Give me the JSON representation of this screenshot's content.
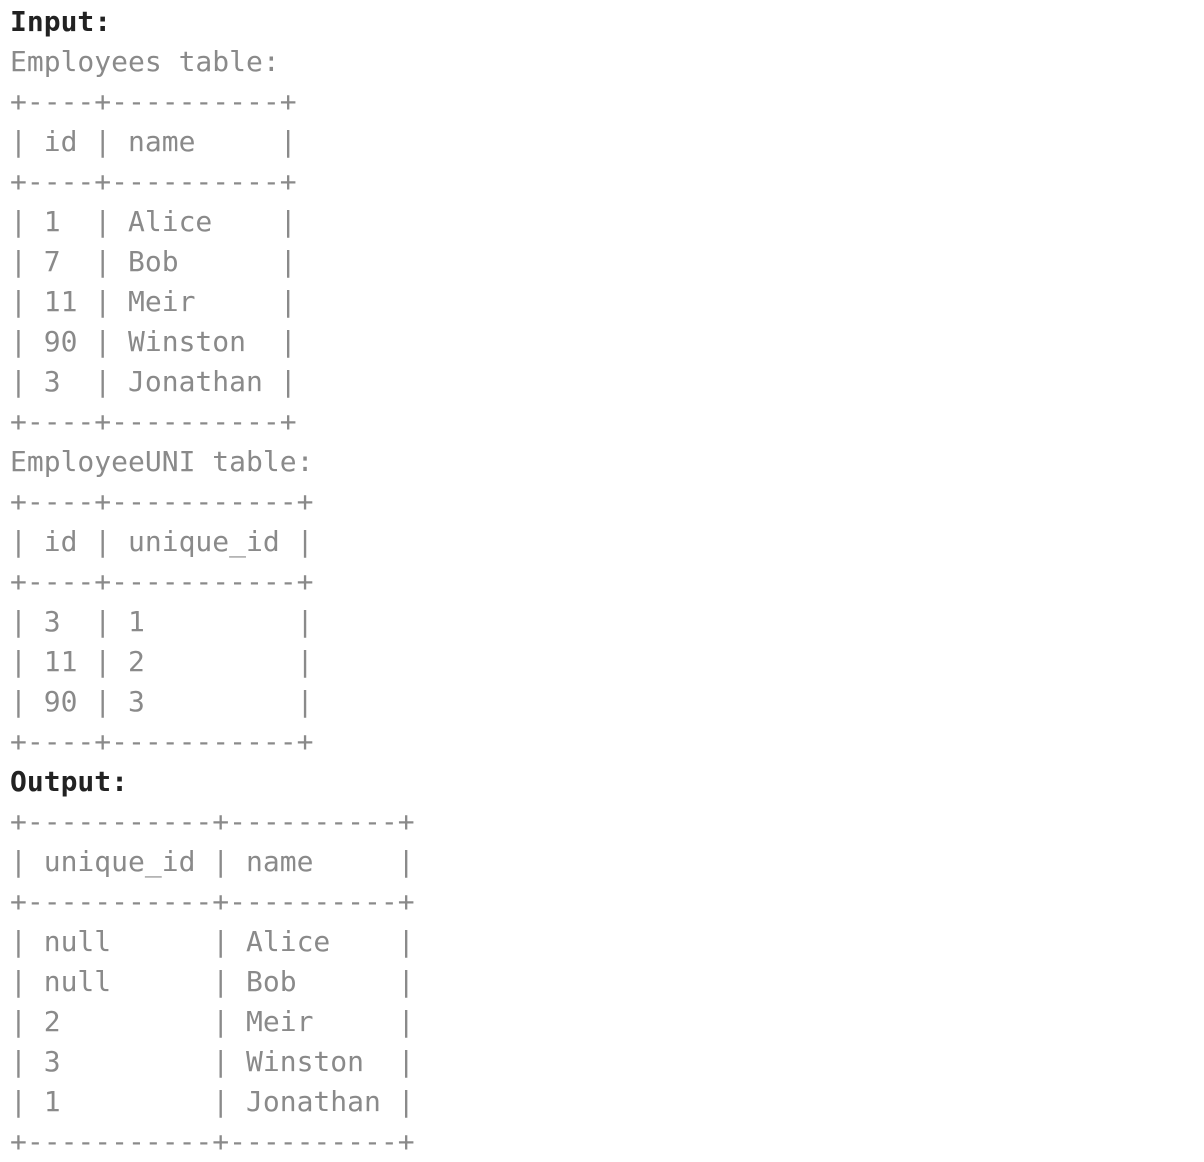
{
  "colors": {
    "background": "#ffffff",
    "text_gray": "#8a8a8a",
    "label_dark": "#222222"
  },
  "example": {
    "input": {
      "label": "Input:",
      "tables": [
        {
          "name": "Employees",
          "title": "Employees table:",
          "columns": [
            "id",
            "name"
          ],
          "rows": [
            [
              "1",
              "Alice"
            ],
            [
              "7",
              "Bob"
            ],
            [
              "11",
              "Meir"
            ],
            [
              "90",
              "Winston"
            ],
            [
              "3",
              "Jonathan"
            ]
          ],
          "ascii": "+----+----------+\n| id | name     |\n+----+----------+\n| 1  | Alice    |\n| 7  | Bob      |\n| 11 | Meir     |\n| 90 | Winston  |\n| 3  | Jonathan |\n+----+----------+"
        },
        {
          "name": "EmployeeUNI",
          "title": "EmployeeUNI table:",
          "columns": [
            "id",
            "unique_id"
          ],
          "rows": [
            [
              "3",
              "1"
            ],
            [
              "11",
              "2"
            ],
            [
              "90",
              "3"
            ]
          ],
          "ascii": "+----+-----------+\n| id | unique_id |\n+----+-----------+\n| 3  | 1         |\n| 11 | 2         |\n| 90 | 3         |\n+----+-----------+"
        }
      ]
    },
    "output": {
      "label": "Output:",
      "columns": [
        "unique_id",
        "name"
      ],
      "rows": [
        [
          "null",
          "Alice"
        ],
        [
          "null",
          "Bob"
        ],
        [
          "2",
          "Meir"
        ],
        [
          "3",
          "Winston"
        ],
        [
          "1",
          "Jonathan"
        ]
      ],
      "ascii": "+-----------+----------+\n| unique_id | name     |\n+-----------+----------+\n| null      | Alice    |\n| null      | Bob      |\n| 2         | Meir     |\n| 3         | Winston  |\n| 1         | Jonathan |\n+-----------+----------+"
    }
  }
}
